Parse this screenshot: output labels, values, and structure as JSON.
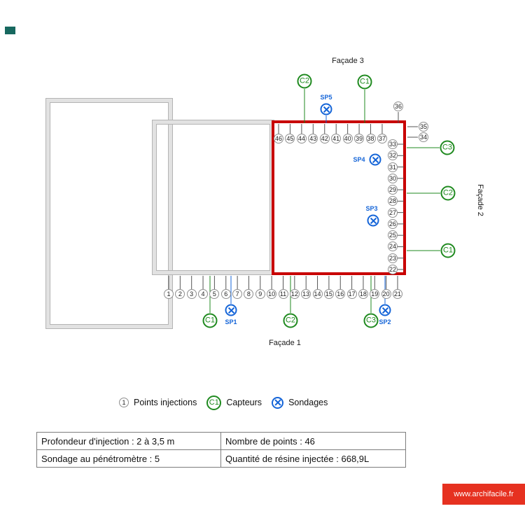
{
  "plan": {
    "facade1": "Façade 1",
    "facade2": "Façade 2",
    "facade3": "Façade 3"
  },
  "points": {
    "bottom": [
      "1",
      "2",
      "3",
      "4",
      "5",
      "6",
      "7",
      "8",
      "9",
      "10",
      "11",
      "12",
      "13",
      "14",
      "15",
      "16",
      "17",
      "18",
      "19",
      "20",
      "21"
    ],
    "top": [
      "46",
      "45",
      "44",
      "43",
      "42",
      "41",
      "40",
      "39",
      "38",
      "37"
    ],
    "right": [
      "33",
      "32",
      "31",
      "30",
      "29",
      "28",
      "27",
      "26",
      "25",
      "24",
      "23",
      "22"
    ],
    "corner": [
      "36",
      "35",
      "34"
    ]
  },
  "sensors": {
    "top": [
      "C2",
      "C1"
    ],
    "right": [
      "C3",
      "C2",
      "C1"
    ],
    "bottom": [
      "C1",
      "C2",
      "C3"
    ]
  },
  "sondages": [
    "SP1",
    "SP2",
    "SP3",
    "SP4",
    "SP5"
  ],
  "legend": {
    "point_symbol": "1",
    "points_label": "Points injections",
    "sensor_symbol": "C1",
    "sensors_label": "Capteurs",
    "sondages_label": "Sondages"
  },
  "table": {
    "rows": [
      [
        "Profondeur d'injection : 2 à 3,5 m",
        "Nombre de points : 46"
      ],
      [
        "Sondage au pénétromètre : 5",
        "Quantité de résine injectée : 668,9L"
      ]
    ]
  },
  "footer": {
    "site": "www.archifacile.fr"
  },
  "colors": {
    "zone_red": "#c80000",
    "sensor_green": "#1f8a1f",
    "sondage_blue": "#1565d8",
    "tick_gray": "#555555",
    "wall_gray": "#b4b4b4",
    "footer_red": "#e63120"
  }
}
